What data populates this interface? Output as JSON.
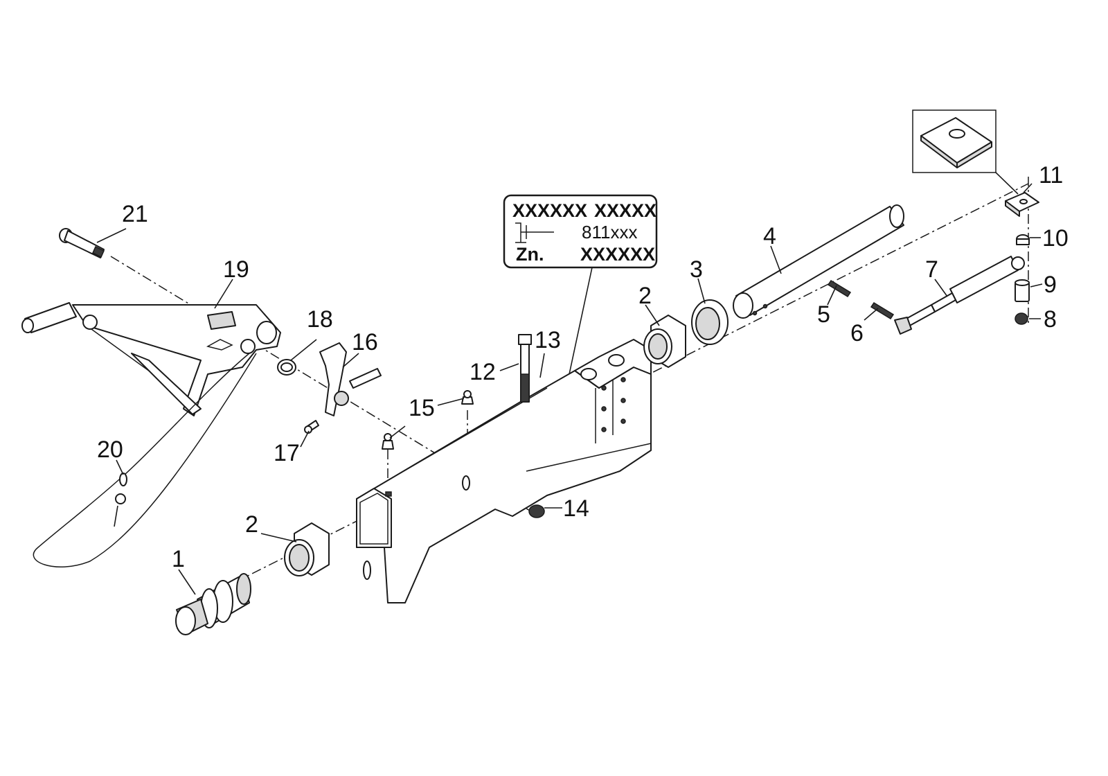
{
  "callouts": {
    "p1": "1",
    "p2a": "2",
    "p2b": "2",
    "p3": "3",
    "p4": "4",
    "p5": "5",
    "p6": "6",
    "p7": "7",
    "p8": "8",
    "p9": "9",
    "p10": "10",
    "p11": "11",
    "p12": "12",
    "p13": "13",
    "p14": "14",
    "p15": "15",
    "p16": "16",
    "p17": "17",
    "p18": "18",
    "p19": "19",
    "p20": "20",
    "p21": "21"
  },
  "type_plate": {
    "row1_left": "XXXXXX",
    "row1_right": "XXXXX",
    "row2_value": "811xxx",
    "row3_label": "Zn.",
    "row3_value": "XXXXXX",
    "symbol_icon": "load-weight-icon"
  }
}
